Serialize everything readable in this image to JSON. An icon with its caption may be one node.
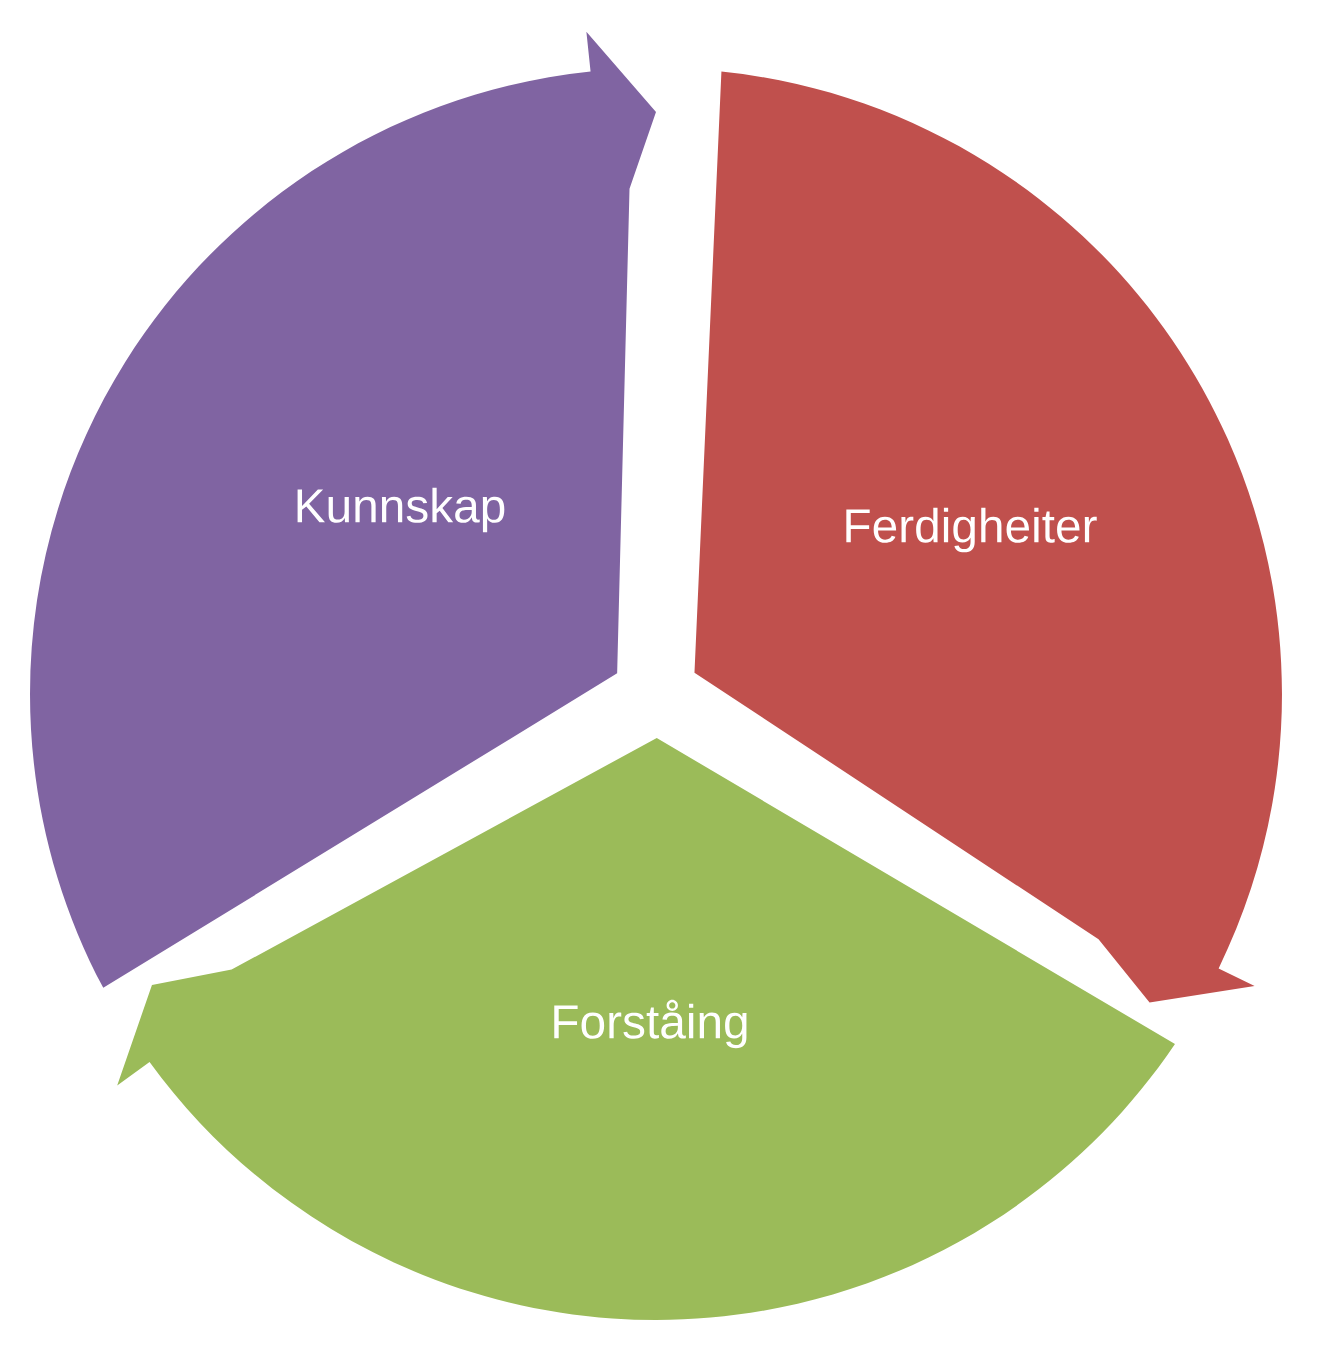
{
  "diagram": {
    "nodes": [
      {
        "text": [
          "Kunnskap"
        ]
      },
      {
        "text": [
          "Ferdigheiter"
        ]
      },
      {
        "text": [
          "Forståing"
        ]
      }
    ]
  }
}
